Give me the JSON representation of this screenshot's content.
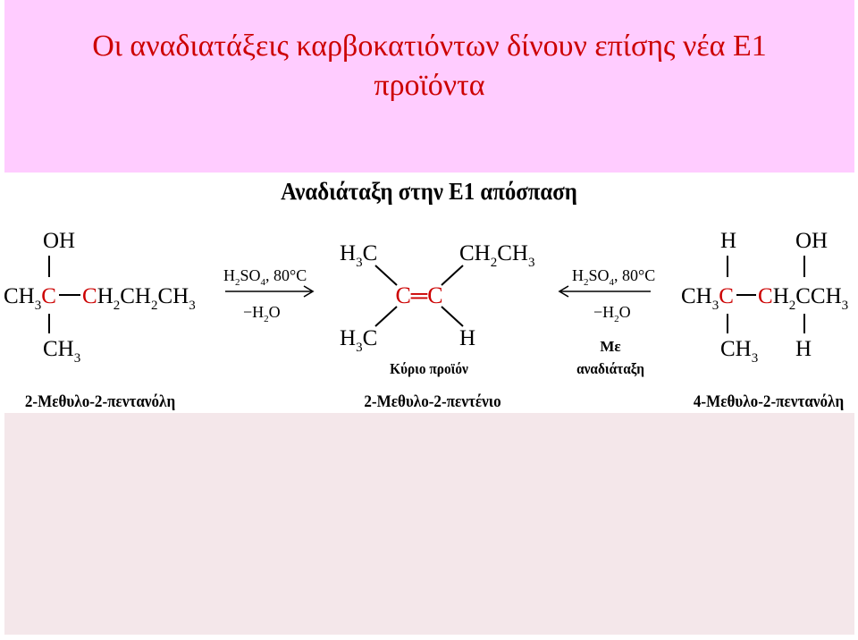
{
  "slide": {
    "title_line1": "Οι αναδιατάξεις καρβοκατιόντων δίνουν επίσης νέα Ε1",
    "title_line2": "προϊόντα",
    "colors": {
      "title": "#cc0000",
      "top_band": "#ffccff",
      "bottom_band": "#f4e7ea",
      "carbon_highlight": "#cc0000"
    }
  },
  "scheme": {
    "heading": "Αναδιάταξη στην Ε1 απόσπαση",
    "left_molecule": {
      "substituent_top": "OH",
      "chain": [
        "CH",
        "3",
        "C",
        "C",
        "H",
        "2",
        "CH",
        "2",
        "CH",
        "3"
      ],
      "substituent_bottom": [
        "CH",
        "3"
      ],
      "name": "2-Μεθυλο-2-πεντανόλη"
    },
    "left_reaction": {
      "reagent": [
        "H",
        "2",
        "SO",
        "4",
        ", 80°C"
      ],
      "byproduct": [
        "−H",
        "2",
        "O"
      ],
      "arrow_icon": "arrow-right-icon"
    },
    "product": {
      "top_left": [
        "H",
        "3",
        "C"
      ],
      "top_right": [
        "CH",
        "2",
        "CH",
        "3"
      ],
      "double_bond": [
        "C",
        "═",
        "C"
      ],
      "bottom_left": [
        "H",
        "3",
        "C"
      ],
      "bottom_right": "H",
      "label": "Κύριο προϊόν",
      "name": "2-Μεθυλο-2-πεντένιο"
    },
    "right_reaction": {
      "reagent": [
        "H",
        "2",
        "SO",
        "4",
        ", 80°C"
      ],
      "byproduct": [
        "−H",
        "2",
        "O"
      ],
      "note_line1": "Με",
      "note_line2": "αναδιάταξη",
      "arrow_icon": "arrow-left-icon"
    },
    "right_molecule": {
      "top_left": "H",
      "top_right": "OH",
      "chain": [
        "CH",
        "3",
        "C",
        "C",
        "H",
        "2",
        "CCH",
        "3"
      ],
      "bottom_left": [
        "CH",
        "3"
      ],
      "bottom_right": "H",
      "name": "4-Μεθυλο-2-πεντανόλη"
    }
  }
}
